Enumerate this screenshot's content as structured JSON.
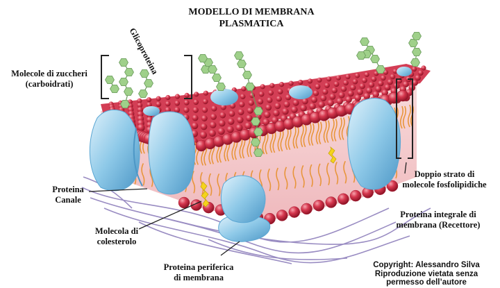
{
  "title": {
    "line1": "MODELLO DI MEMBRANA",
    "line2": "PLASMATICA"
  },
  "labels": {
    "glycoprotein": "Glicoproteina",
    "sugars": {
      "line1": "Molecole di zuccheri",
      "line2": "(carboidrati)"
    },
    "channel": {
      "line1": "Proteina",
      "line2": "Canale"
    },
    "cholesterol": {
      "line1": "Molecola di",
      "line2": "colesterolo"
    },
    "peripheral": {
      "line1": "Proteina periferica",
      "line2": "di membrana"
    },
    "bilayer": {
      "line1": "Doppio strato di",
      "line2": "molecole fosfolipidiche"
    },
    "integral": {
      "line1": "Proteina integrale di",
      "line2": "membrana (Recettore)"
    }
  },
  "copyright": {
    "line1": "Copyright: Alessandro Silva",
    "line2": "Riproduzione vietata senza",
    "line3": "permesso dell’autore"
  },
  "colors": {
    "head": "#d6384f",
    "head_dark": "#a81d33",
    "tail": "#e8953a",
    "protein": "#8ec9e8",
    "protein_dark": "#5aa6d3",
    "sugar": "#9fd08a",
    "cholesterol": "#f5d31c",
    "fiber": "#8878b8",
    "interior": "#f4c6c6"
  }
}
